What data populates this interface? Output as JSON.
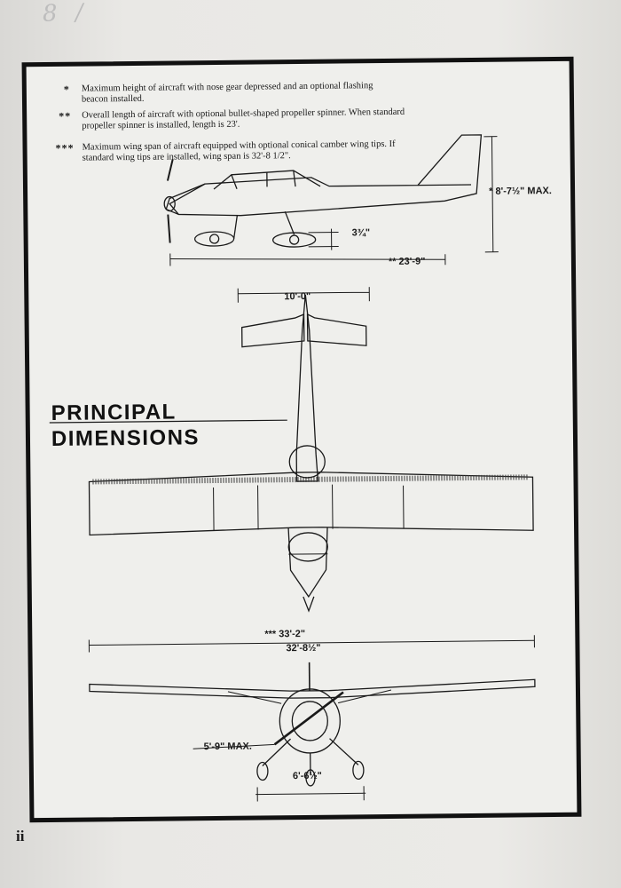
{
  "page": {
    "pencil_note": "8 /  ",
    "page_number": "ii"
  },
  "notes": [
    {
      "marker": "*",
      "text": "Maximum height of aircraft with nose gear depressed and an optional flashing beacon installed."
    },
    {
      "marker": "**",
      "text": "Overall length of aircraft with optional bullet-shaped propeller spinner. When standard propeller spinner is installed, length is 23'."
    },
    {
      "marker": "***",
      "text": "Maximum wing span of aircraft equipped with optional conical camber wing tips. If standard wing tips are installed, wing span is 32'-8 1/2\"."
    }
  ],
  "title": {
    "line1": "PRINCIPAL",
    "line2": "DIMENSIONS"
  },
  "dimensions": {
    "height": "* 8'-7½\" MAX.",
    "wheel_clearance": "3¾\"",
    "length": "** 23'-9\"",
    "tail_span": "10'-0\"",
    "span_optional": "*** 33'-2\"",
    "span_standard": "32'-8½\"",
    "front_height": "5'-9\" MAX.",
    "track": "6'-6½\""
  },
  "colors": {
    "frame": "#111111",
    "ink": "#1a1a1a",
    "paper": "#efefec"
  }
}
